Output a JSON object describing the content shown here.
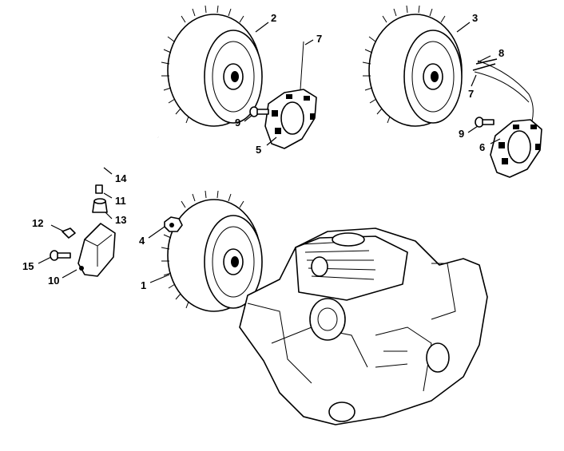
{
  "labels": {
    "n1": "1",
    "n2": "2",
    "n3": "3",
    "n4": "4",
    "n5": "5",
    "n6": "6",
    "n7a": "7",
    "n7b": "7",
    "n8": "8",
    "n9a": "9",
    "n9b": "9",
    "n10": "10",
    "n11": "11",
    "n12": "12",
    "n13": "13",
    "n14": "14",
    "n15": "15"
  }
}
